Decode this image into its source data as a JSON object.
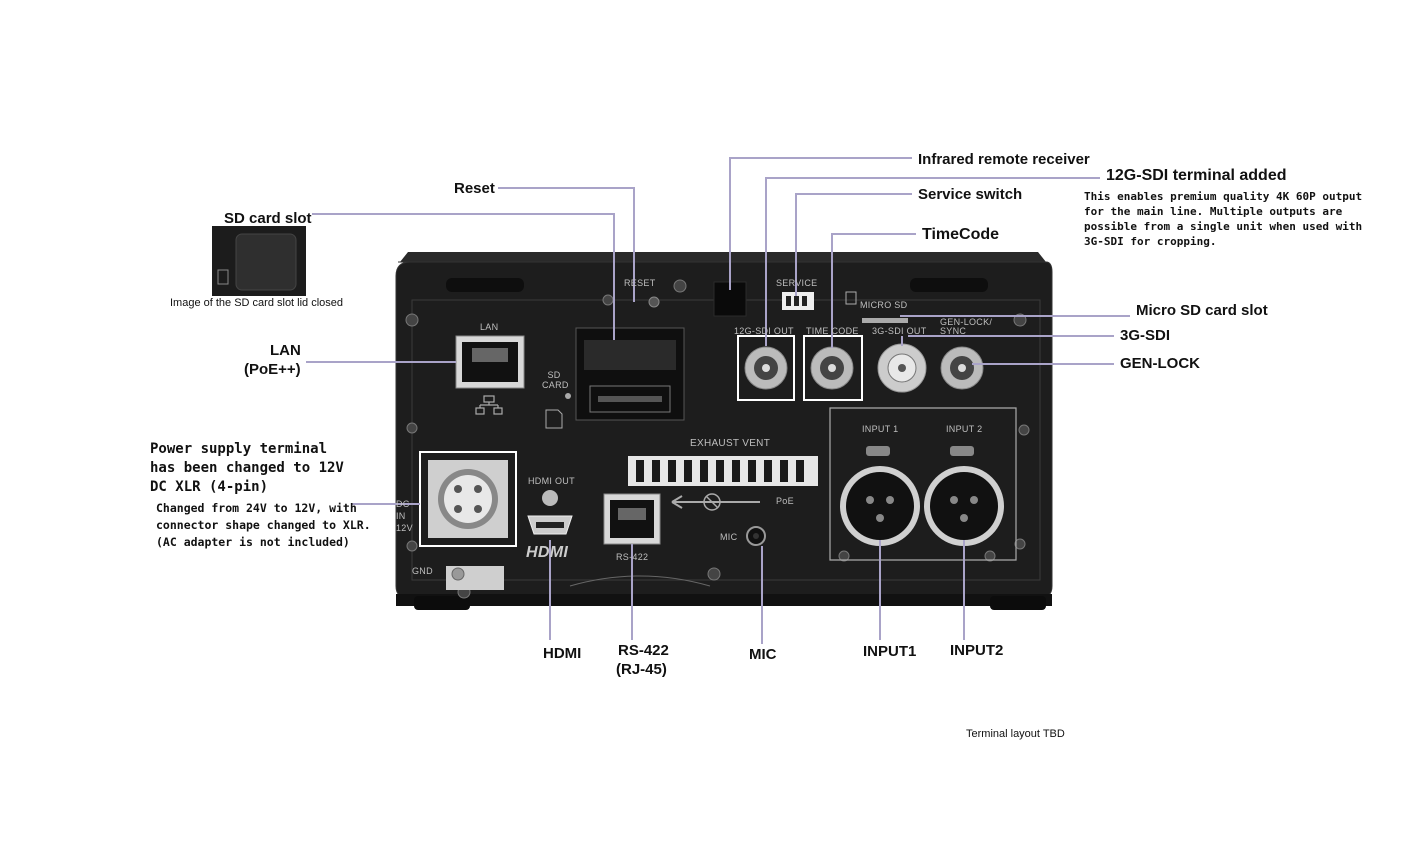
{
  "callouts": {
    "infrared": "Infrared remote receiver",
    "sdi12g_title": "12G-SDI terminal added",
    "sdi12g_desc": "This enables premium quality 4K 60P output for the main line. Multiple outputs are possible from a single unit when used with 3G-SDI for cropping.",
    "service": "Service switch",
    "reset": "Reset",
    "timecode": "TimeCode",
    "sd_slot": "SD card slot",
    "sd_caption": "Image of the SD card slot lid closed",
    "micro_sd": "Micro SD card slot",
    "sdi3g": "3G-SDI",
    "genlock": "GEN-LOCK",
    "lan": "LAN",
    "lan_sub": "(PoE++)",
    "power_title": "Power supply terminal has been changed to 12V DC XLR (4-pin)",
    "power_desc": "Changed from 24V to 12V, with connector shape changed to XLR. (AC adapter is not included)",
    "hdmi": "HDMI",
    "rs422": "RS-422",
    "rs422_sub": "(RJ-45)",
    "mic": "MIC",
    "input1": "INPUT1",
    "input2": "INPUT2",
    "footer": "Terminal layout TBD"
  },
  "panel": {
    "reset": "RESET",
    "service": "SERVICE",
    "micro_sd": "MICRO SD",
    "sdi12g_out": "12G-SDI OUT",
    "time_code": "TIME CODE",
    "sdi3g_out": "3G-SDI OUT",
    "genlock": "GEN-LOCK/ SYNC",
    "lan": "LAN",
    "sd_card": "SD CARD",
    "exhaust": "EXHAUST VENT",
    "hdmi_out": "HDMI OUT",
    "rs422": "RS-422",
    "mic": "MIC",
    "input1": "INPUT 1",
    "input2": "INPUT 2",
    "dc_in": "DC IN 12V",
    "gnd": "GND",
    "hdmi_logo": "HDMI",
    "poe": "PoE"
  },
  "colors": {
    "leader": "#a9a3c8",
    "highlight": "#ffffff",
    "body": "#1c1c1c"
  }
}
